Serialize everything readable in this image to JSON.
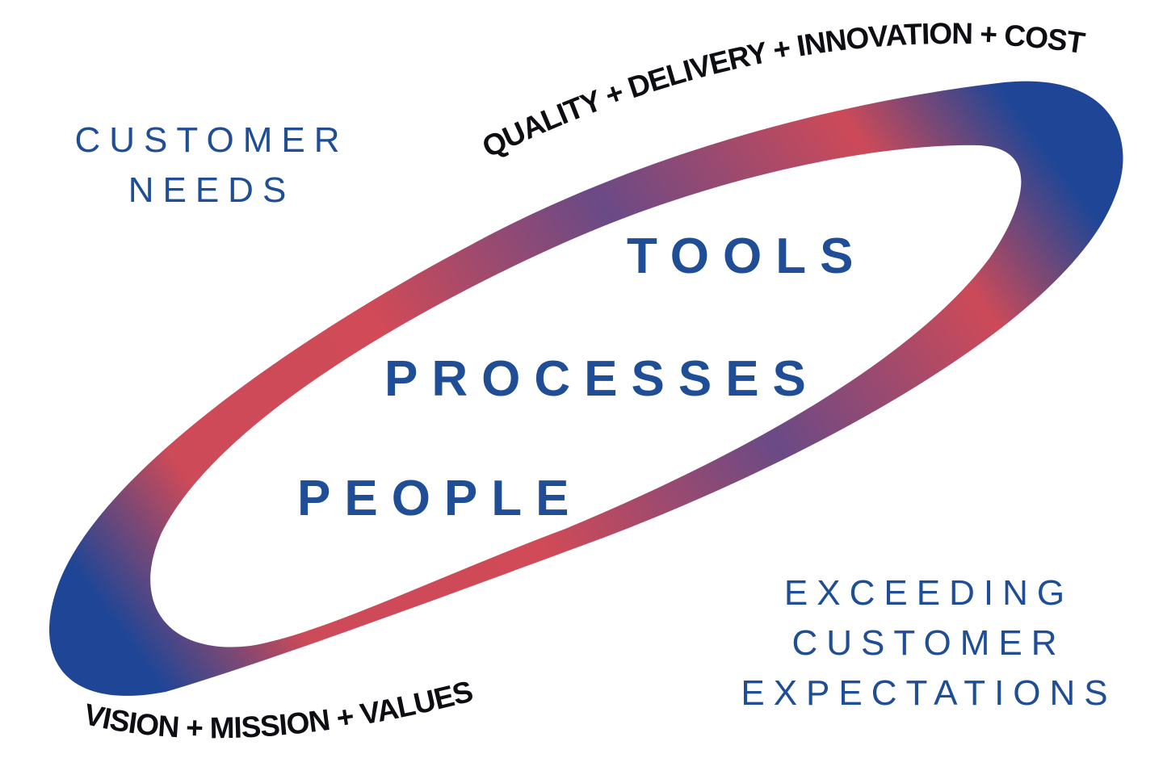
{
  "diagram": {
    "corners": {
      "top_left": [
        "CUSTOMER",
        "NEEDS"
      ],
      "bottom_right": [
        "EXCEEDING",
        "CUSTOMER",
        "EXPECTATIONS"
      ]
    },
    "core": {
      "tools": "TOOLS",
      "processes": "PROCESSES",
      "people": "PEOPLE"
    },
    "arcs": {
      "top": "QUALITY + DELIVERY + INNOVATION + COST",
      "bottom": "VISION + MISSION + VALUES"
    },
    "colors": {
      "text_blue": "#1f4e96",
      "ring_red": "#d04a57",
      "ring_blue": "#1f4696",
      "arc_text": "#0d0d14"
    }
  }
}
